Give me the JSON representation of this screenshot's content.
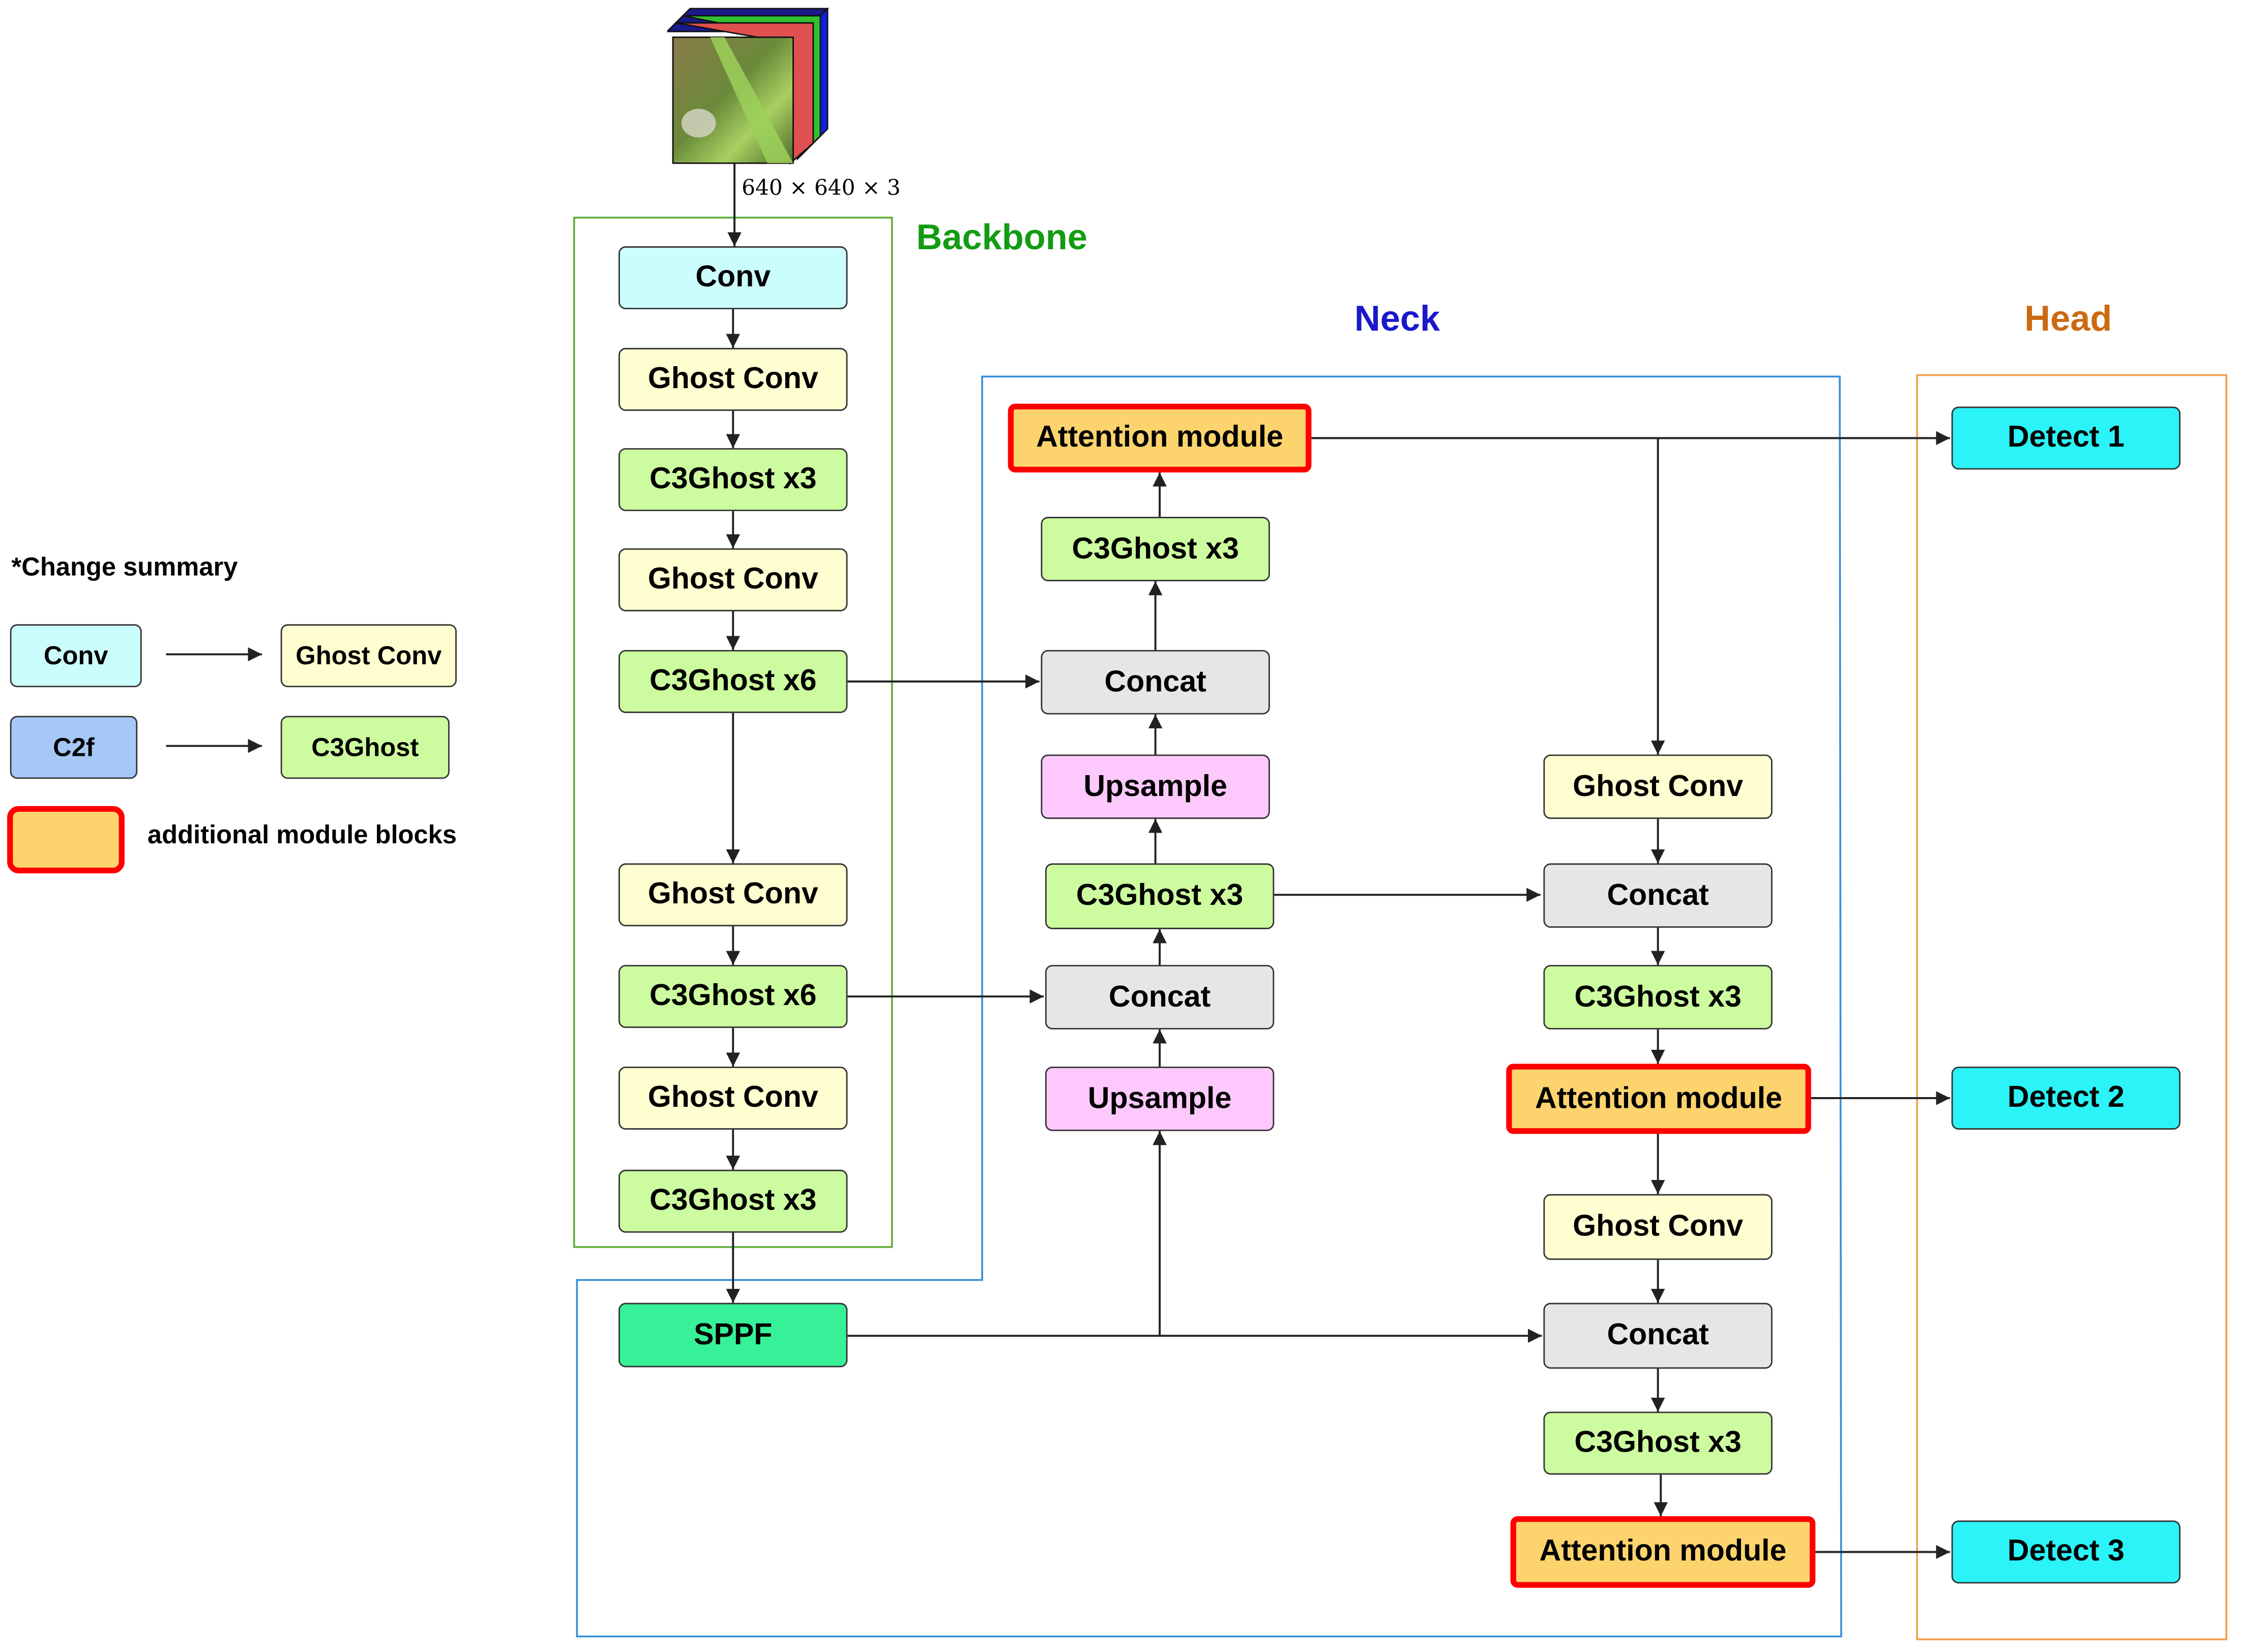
{
  "title": "",
  "colors": {
    "conv": "#ccfdfd",
    "ghost_conv": "#fefed0",
    "c3ghost": "#cdfb9f",
    "concat": "#e6e6e6",
    "upsample": "#fdc9fc",
    "sppf": "#36f198",
    "attention": "#fdd36e",
    "attention_border": "#ff0000",
    "detect": "#2bf3f7",
    "c2f": "#a6c8f6",
    "backbone": "#129c12",
    "neck": "#1818cc",
    "head": "#cc6a12",
    "backbone_frame": "#5fae3c",
    "neck_frame": "#3a8fd8",
    "head_frame": "#f0a050"
  },
  "input": {
    "dims_label": "640 × 640 × 3",
    "image_icon": "rgb-image-cube-icon"
  },
  "sections": {
    "backbone": "Backbone",
    "neck": "Neck",
    "head": "Head"
  },
  "blocks": {
    "b_conv": "Conv",
    "b_gc1": "Ghost Conv",
    "b_c3_1": "C3Ghost x3",
    "b_gc2": "Ghost Conv",
    "b_c3_2": "C3Ghost x6",
    "b_gc3": "Ghost Conv",
    "b_c3_3": "C3Ghost x6",
    "b_gc4": "Ghost Conv",
    "b_c3_4": "C3Ghost x3",
    "b_sppf": "SPPF",
    "n_att1": "Attention module",
    "n_c3_1": "C3Ghost x3",
    "n_cat1": "Concat",
    "n_up1": "Upsample",
    "n_c3_2": "C3Ghost x3",
    "n_cat2": "Concat",
    "n_up2": "Upsample",
    "r_gc1": "Ghost Conv",
    "r_cat1": "Concat",
    "r_c3_1": "C3Ghost x3",
    "r_att2": "Attention module",
    "r_gc2": "Ghost Conv",
    "r_cat2": "Concat",
    "r_c3_2": "C3Ghost x3",
    "r_att3": "Attention module",
    "h_det1": "Detect 1",
    "h_det2": "Detect 2",
    "h_det3": "Detect 3"
  },
  "legend": {
    "title": "*Change summary",
    "conv_from": "Conv",
    "conv_to": "Ghost Conv",
    "c2f_from": "C2f",
    "c2f_to": "C3Ghost",
    "additional_label": "additional module blocks"
  }
}
